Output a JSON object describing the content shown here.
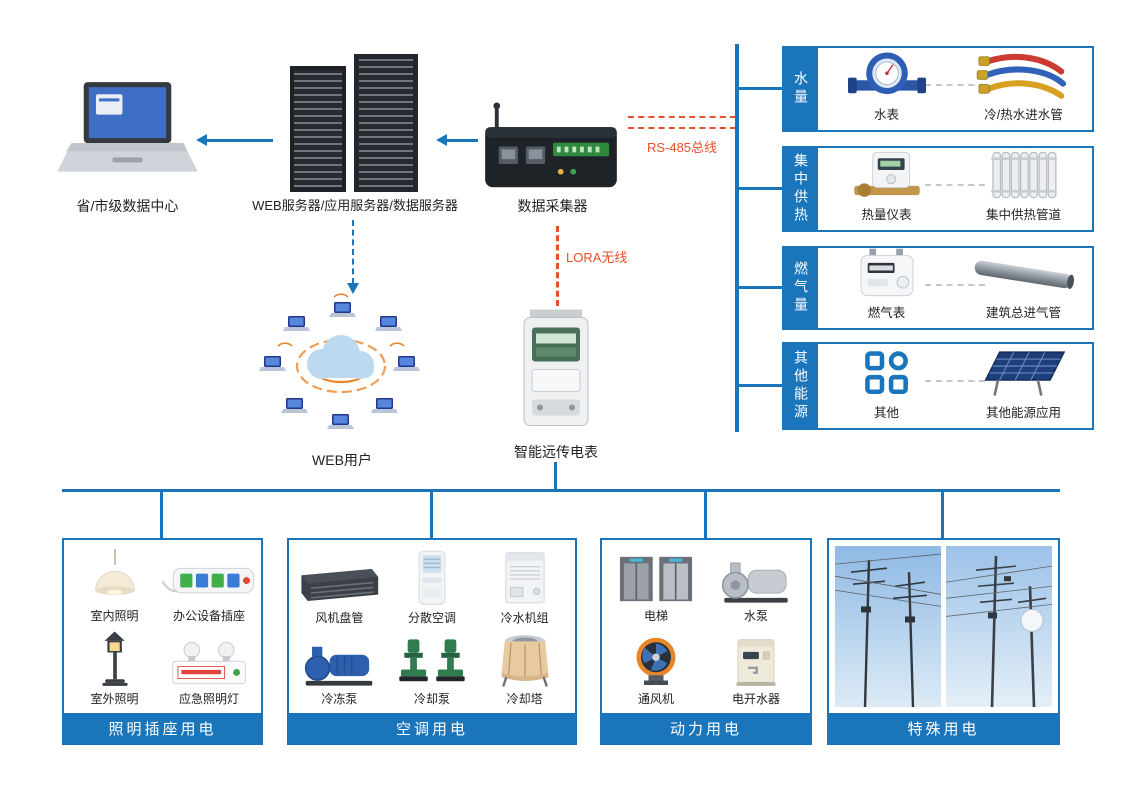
{
  "colors": {
    "primary_blue": "#1a75bb",
    "accent_orange": "#e8502b"
  },
  "top_row": {
    "datacenter_label": "省/市级数据中心",
    "servers_label": "WEB服务器/应用服务器/数据服务器",
    "collector_label": "数据采集器",
    "rs485_label": "RS-485总线"
  },
  "middle": {
    "web_users_label": "WEB用户",
    "lora_label": "LORA无线",
    "smart_meter_label": "智能远传电表"
  },
  "right_panel": {
    "sections": [
      {
        "tab": "水量",
        "items": [
          {
            "label": "水表"
          },
          {
            "label": "冷/热水进水管"
          }
        ]
      },
      {
        "tab": "集中供热",
        "items": [
          {
            "label": "热量仪表"
          },
          {
            "label": "集中供热管道"
          }
        ]
      },
      {
        "tab": "燃气量",
        "items": [
          {
            "label": "燃气表"
          },
          {
            "label": "建筑总进气管"
          }
        ]
      },
      {
        "tab": "其他能源",
        "items": [
          {
            "label": "其他"
          },
          {
            "label": "其他能源应用"
          }
        ]
      }
    ]
  },
  "bottom_boxes": [
    {
      "title": "照明插座用电",
      "items": [
        {
          "label": "室内照明"
        },
        {
          "label": "办公设备插座"
        },
        {
          "label": "室外照明"
        },
        {
          "label": "应急照明灯"
        }
      ]
    },
    {
      "title": "空调用电",
      "items": [
        {
          "label": "风机盘管"
        },
        {
          "label": "分散空调"
        },
        {
          "label": "冷水机组"
        },
        {
          "label": "冷冻泵"
        },
        {
          "label": "冷却泵"
        },
        {
          "label": "冷却塔"
        }
      ]
    },
    {
      "title": "动力用电",
      "items": [
        {
          "label": "电梯"
        },
        {
          "label": "水泵"
        },
        {
          "label": "通风机"
        },
        {
          "label": "电开水器"
        }
      ]
    },
    {
      "title": "特殊用电",
      "items": []
    }
  ]
}
